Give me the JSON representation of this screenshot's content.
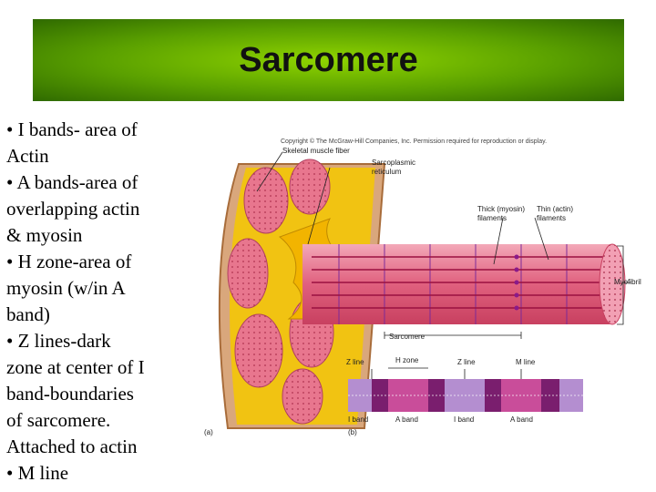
{
  "title": "Sarcomere",
  "bullets": [
    "• I bands- area of",
    "Actin",
    "• A bands-area of",
    "overlapping actin",
    "& myosin",
    "• H zone-area of",
    "myosin (w/in A",
    "band)",
    "• Z lines-dark",
    "zone at center of I",
    "band-boundaries",
    "of sarcomere.",
    "Attached to actin",
    "• M line"
  ],
  "figure": {
    "copyright": "Copyright © The McGraw-Hill Companies, Inc. Permission required for reproduction or display.",
    "skeletal_muscle_fiber": "Skeletal muscle fiber",
    "sarcoplasmic_1": "Sarcoplasmic",
    "sarcoplasmic_2": "reticulum",
    "thick_1": "Thick (myosin)",
    "thick_2": "filaments",
    "thin_1": "Thin (actin)",
    "thin_2": "filaments",
    "myofibril": "Myofibril",
    "sarcomere": "Sarcomere",
    "h_zone": "H zone",
    "z_line_left": "Z line",
    "z_line_mid": "Z line",
    "m_line": "M line",
    "i_band_left": "I band",
    "a_band_left": "A band",
    "i_band_mid": "I band",
    "a_band_right": "A band",
    "panel_a": "(a)",
    "panel_b": "(b)"
  },
  "colors": {
    "title_green": "#5aa000",
    "fiber_pink": "#e8607a",
    "fiber_yellow": "#f5c800",
    "band_dark_purple": "#7a1e6e",
    "band_light_purple": "#b48ed0",
    "band_magenta": "#c94d9a"
  }
}
